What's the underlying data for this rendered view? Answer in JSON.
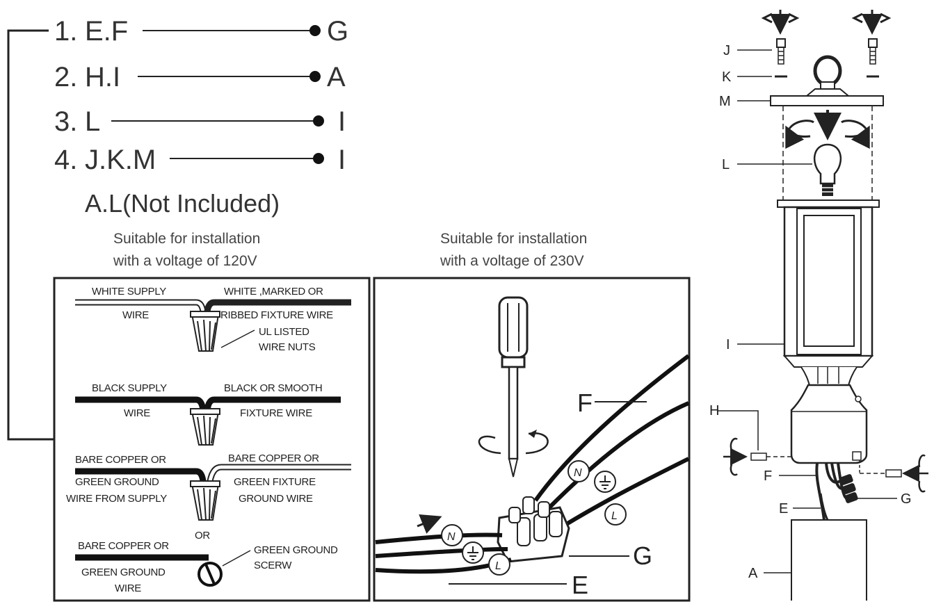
{
  "steps": [
    {
      "num": "1.",
      "parts": "E.F",
      "target": "G"
    },
    {
      "num": "2.",
      "parts": "H.I",
      "target": "A"
    },
    {
      "num": "3.",
      "parts": "L",
      "target": "I"
    },
    {
      "num": "4.",
      "parts": "J.K.M",
      "target": "I"
    }
  ],
  "not_included": "A.L(Not Included)",
  "panel_120v": {
    "caption_line1": "Suitable for installation",
    "caption_line2": "with a voltage of 120V",
    "white_supply_1": "WHITE SUPPLY",
    "white_supply_2": "WIRE",
    "white_fixture_1": "WHITE ,MARKED OR",
    "white_fixture_2": "RIBBED FIXTURE WIRE",
    "wire_nuts_1": "UL LISTED",
    "wire_nuts_2": "WIRE NUTS",
    "black_supply_1": "BLACK SUPPLY",
    "black_supply_2": "WIRE",
    "black_fixture_1": "BLACK OR SMOOTH",
    "black_fixture_2": "FIXTURE WIRE",
    "ground_supply_1": "BARE COPPER OR",
    "ground_supply_2": "GREEN GROUND",
    "ground_supply_3": "WIRE FROM SUPPLY",
    "ground_fixture_1": "BARE COPPER OR",
    "ground_fixture_2": "GREEN FIXTURE",
    "ground_fixture_3": "GROUND WIRE",
    "or": "OR",
    "bare_1": "BARE COPPER OR",
    "bare_2": "GREEN GROUND",
    "bare_3": "WIRE",
    "screw_1": "GREEN GROUND",
    "screw_2": "SCERW"
  },
  "panel_230v": {
    "caption_line1": "Suitable for installation",
    "caption_line2": "with a voltage of 230V",
    "label_f": "F",
    "label_g": "G",
    "label_e": "E",
    "wire_n": "N",
    "wire_l": "L"
  },
  "exploded": {
    "J": "J",
    "K": "K",
    "M": "M",
    "L": "L",
    "I": "I",
    "H": "H",
    "F": "F",
    "E": "E",
    "G": "G",
    "A": "A"
  }
}
